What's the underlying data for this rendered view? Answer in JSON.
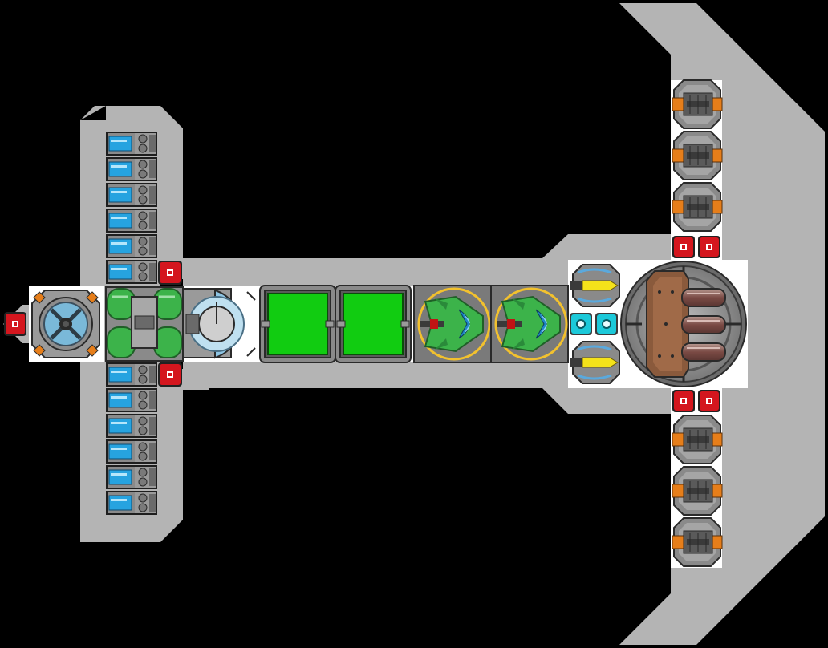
{
  "scene": {
    "background_color": "#000000",
    "hull_color": "#b4b4b4",
    "hull_inner_color": "#ffffff"
  },
  "palette": {
    "armor": "#8a8a8a",
    "armor_dark": "#5a5a5a",
    "blue_cell": "#26a3e0",
    "red_cell": "#d4161e",
    "green_block": "#11cc11",
    "green_machine": "#3cb34a",
    "cyan_node": "#1cc9d9",
    "orange_accent": "#e67e1a",
    "brown_core": "#8a5a3c",
    "gold_ring": "#f2c12e",
    "yellow_missile": "#f4e21a"
  },
  "modules": {
    "battery_cells_top_count": 6,
    "battery_cells_bottom_count": 6,
    "side_turrets_top_count": 3,
    "side_turrets_bottom_count": 3,
    "cargo_blocks_count": 2,
    "green_launchers_count": 2,
    "missile_launchers_count": 2,
    "cyan_nodes_count": 2,
    "core_barrels_count": 3
  }
}
